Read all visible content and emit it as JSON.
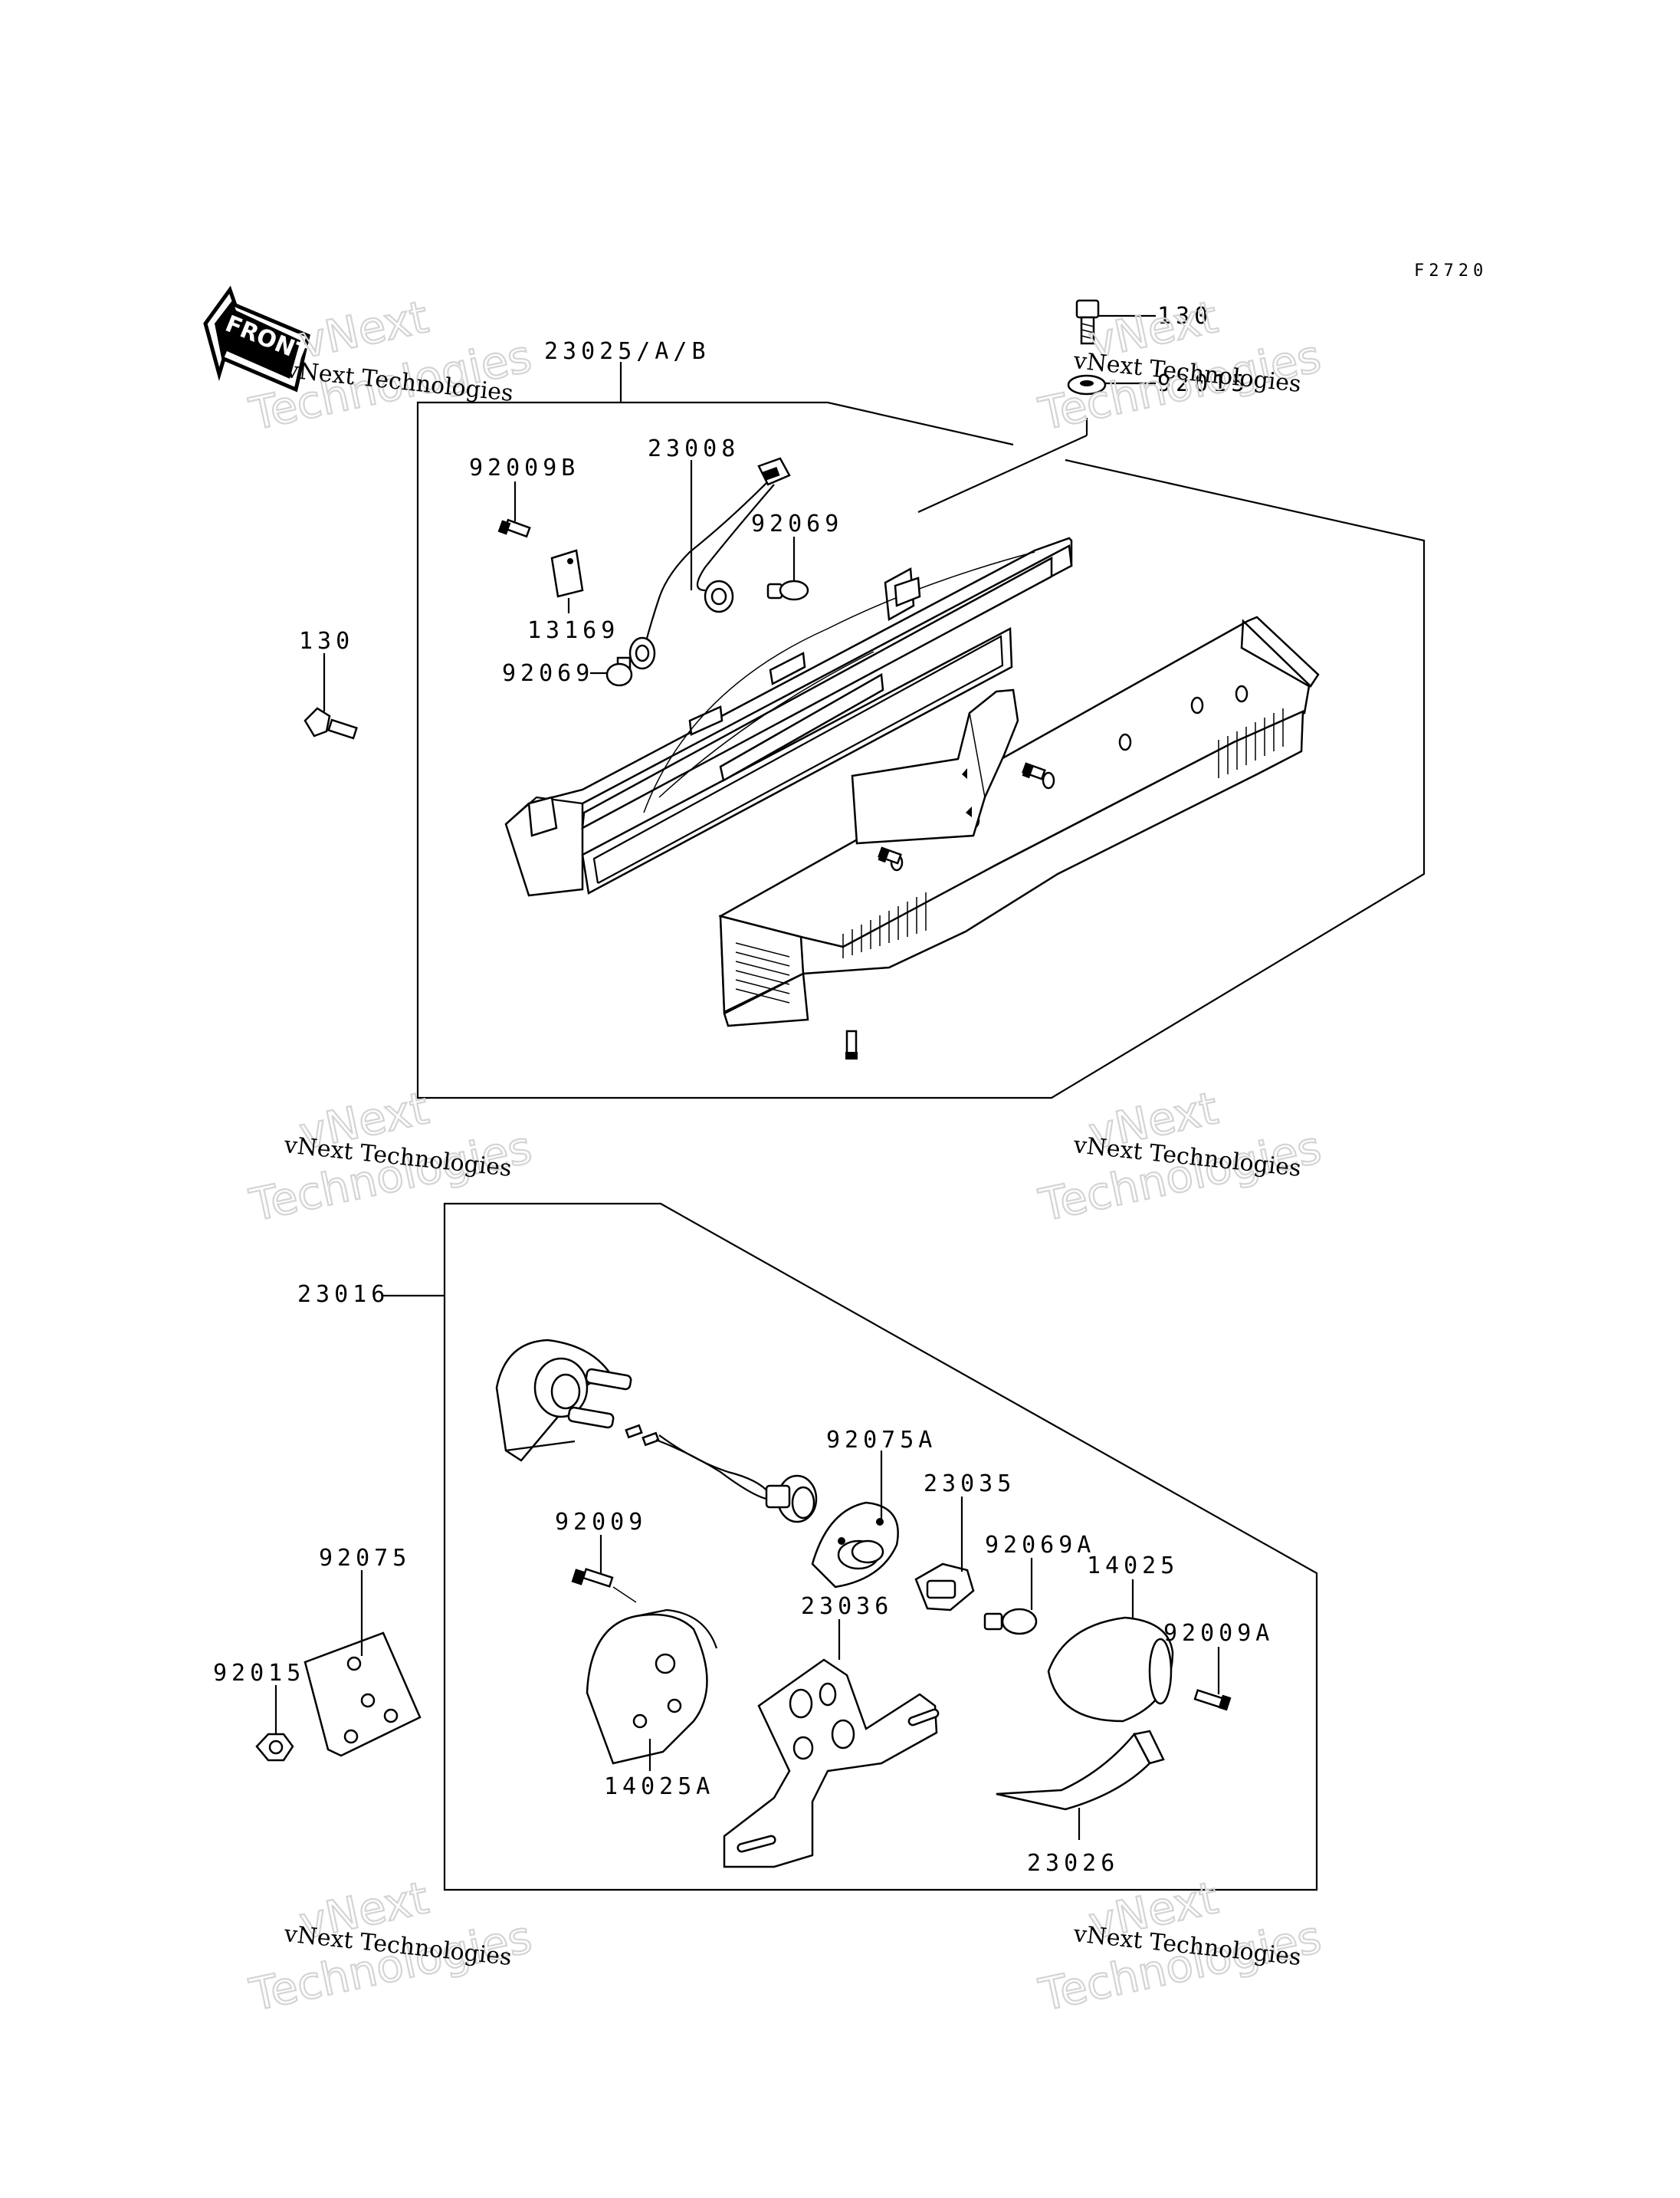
{
  "sheet_code": "F2720",
  "direction_label": "FRONT",
  "watermark": {
    "brand": "vNext",
    "line2": "Technologies",
    "caption": "vNext Technologies"
  },
  "labels": {
    "assy_23025": "23025/A/B",
    "bolt_130_top": "130",
    "washer_92015_top": "92015",
    "harness_23008": "23008",
    "screw_92009B": "92009B",
    "bulb_92069_right": "92069",
    "plate_13169": "13169",
    "bulb_92069_left": "92069",
    "bolt_130_left": "130",
    "assy_23016": "23016",
    "socket_92075A": "92075A",
    "holder_23035": "23035",
    "screw_92009": "92009",
    "bulb_92069A": "92069A",
    "lens_14025": "14025",
    "screw_92009A": "92009A",
    "bracket_23036": "23036",
    "damper_92075": "92075",
    "nut_92015": "92015",
    "case_14025A": "14025A",
    "band_23026": "23026"
  },
  "colors": {
    "ink": "#000000",
    "paper": "#ffffff",
    "watermark": "#d4d4d4"
  }
}
